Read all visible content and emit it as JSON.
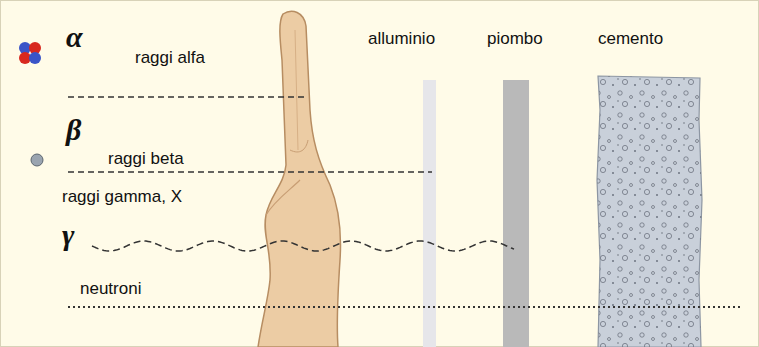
{
  "diagram": {
    "labels": [
      "α",
      "raggi alfa",
      "alluminio",
      "piombo",
      "cemento",
      "β",
      "raggi beta",
      "raggi gamma, X",
      "γ",
      "neutroni"
    ]
  }
}
